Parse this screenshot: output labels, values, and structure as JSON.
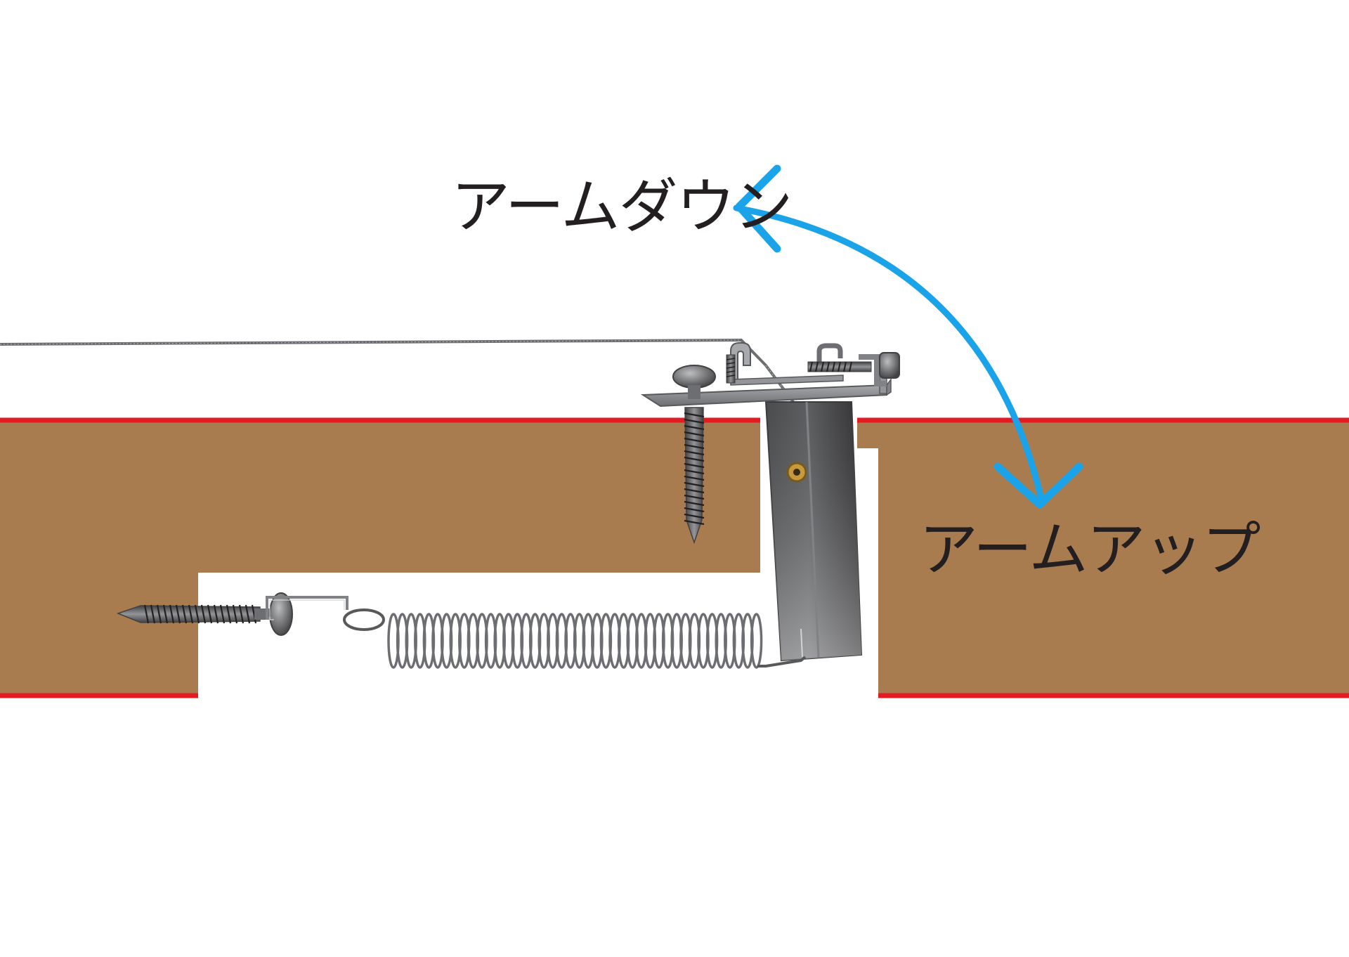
{
  "labels": {
    "arm_down": "アームダウン",
    "arm_up": "アームアップ"
  },
  "colors": {
    "wood": "#a97c50",
    "edge": "#e31b23",
    "arrow": "#1aa3e8",
    "metal_dark": "#4d4d4f",
    "metal_mid": "#808285",
    "metal_light": "#bcbec0",
    "text": "#231f20"
  },
  "parts": {
    "arrow": "double-headed-curved-arrow",
    "string": "guitar-string",
    "bridge": "tremolo-bridge",
    "spring": "tension-spring",
    "claw": "spring-claw",
    "screws": "wood-screws"
  }
}
